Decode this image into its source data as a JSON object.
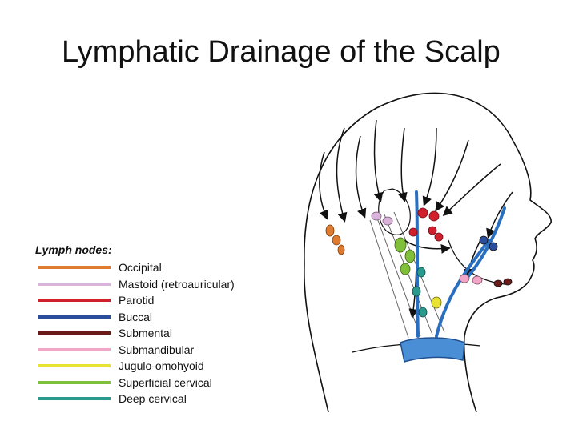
{
  "title": "Lymphatic Drainage of the Scalp",
  "legend": {
    "title": "Lymph nodes:",
    "items": [
      {
        "label": "Occipital",
        "color": "#e07a2e"
      },
      {
        "label": "Mastoid (retroauricular)",
        "color": "#d9b3d9"
      },
      {
        "label": "Parotid",
        "color": "#d11f2e"
      },
      {
        "label": "Buccal",
        "color": "#2a4e9c"
      },
      {
        "label": "Submental",
        "color": "#6b1a1a"
      },
      {
        "label": "Submandibular",
        "color": "#f2a6c7"
      },
      {
        "label": "Jugulo-omohyoid",
        "color": "#e8e233"
      },
      {
        "label": "Superficial cervical",
        "color": "#7fbf3a"
      },
      {
        "label": "Deep cervical",
        "color": "#2a9a8e"
      }
    ]
  }
}
